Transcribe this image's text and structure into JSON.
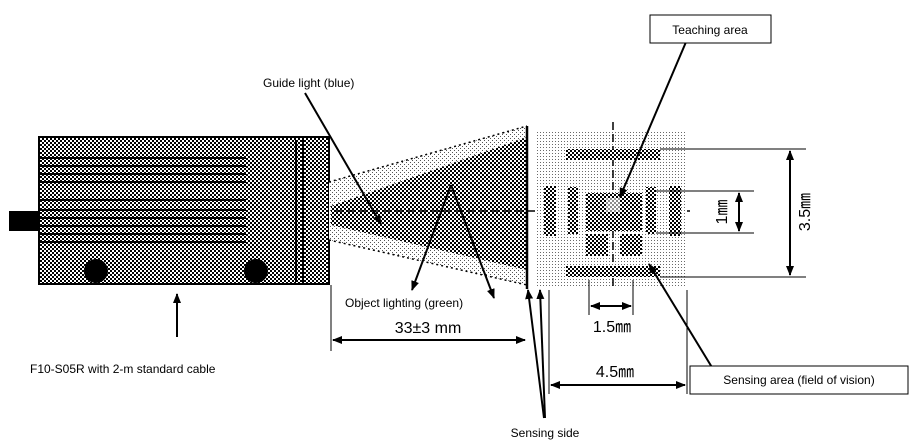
{
  "labels": {
    "teaching_area": "Teaching area",
    "guide_light": "Guide light (blue)",
    "object_lighting": "Object lighting (green)",
    "sensor_model": "F10-S05R with 2-m standard cable",
    "sensing_area": "Sensing area (field of vision)",
    "sensing_side": "Sensing side"
  },
  "dimensions": {
    "distance": "33±3 mm",
    "width_15": "1.5㎜",
    "width_45": "4.5㎜",
    "height_1": "1㎜",
    "height_35": "3.5㎜"
  }
}
